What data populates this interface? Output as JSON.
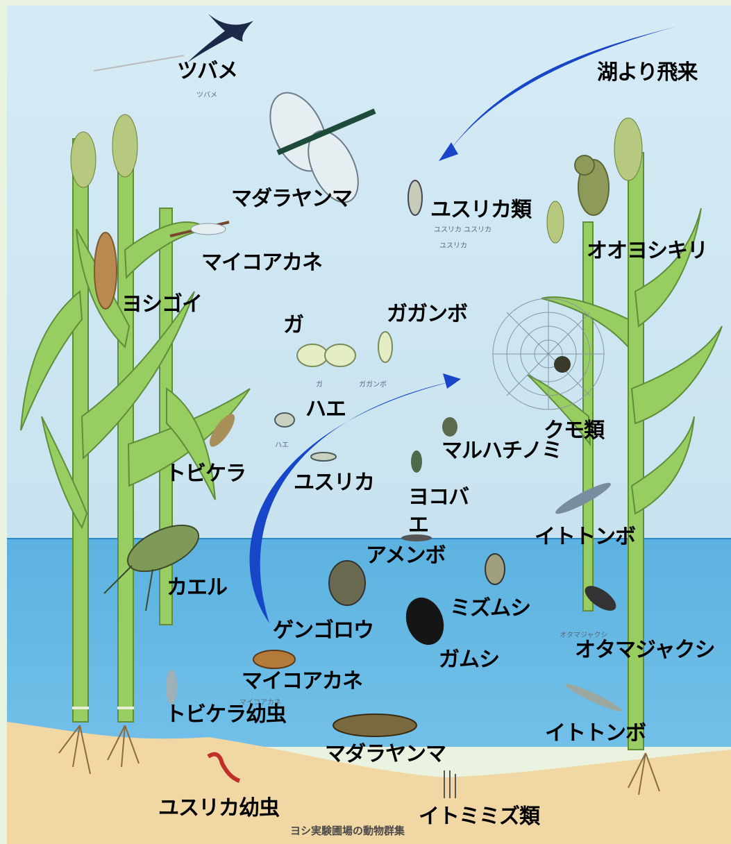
{
  "colors": {
    "sky": "#cfe6f1",
    "water": "#5fb6e2",
    "sand": "#f2d9a6",
    "reed": "#8cc55a",
    "arrow": "#1747c8"
  },
  "labels": {
    "swallow": "ツバメ",
    "from_lake": "湖より飛来",
    "madarayanma_adult": "マダラヤンマ",
    "yusurika_rui": "ユスリカ類",
    "maikoakane_adult": "マイコアカネ",
    "ooyoshikiri": "オオヨシキリ",
    "yoshigoi": "ヨシゴイ",
    "ga": "ガ",
    "gaganbo": "ガガンボ",
    "kumo_rui": "クモ類",
    "hae": "ハエ",
    "maruhachinomi": "マルハチノミ",
    "tobikera": "トビケラ",
    "yusurika": "ユスリカ",
    "yokobae": "ヨコバ\nエ",
    "itotonbo_adult": "イトトンボ",
    "amenbo": "アメンボ",
    "kaeru": "カエル",
    "mizumushi": "ミズムシ",
    "gengorou": "ゲンゴロウ",
    "otamajakushi": "オタマジャクシ",
    "gamushi": "ガムシ",
    "maikoakane_larva": "マイコアカネ",
    "tobikera_larva": "トビケラ幼虫",
    "itotonbo_larva": "イトトンボ",
    "madarayanma_larva": "マダラヤンマ",
    "yusurika_larva": "ユスリカ幼虫",
    "itomimizu": "イトミミズ類"
  },
  "small_labels": {
    "swallow": "ツバメ",
    "yusurika_top1": "ユスリカ ユスリカ",
    "yusurika_top2": "ユスリカ",
    "ga": "ガ",
    "gaganbo": "ガガンボ",
    "hae": "ハエ",
    "otamajakushi": "オタマジャクシ",
    "maikoakane_larva": "マイコアカネ"
  },
  "caption": "ヨシ実験圃場の動物群集"
}
